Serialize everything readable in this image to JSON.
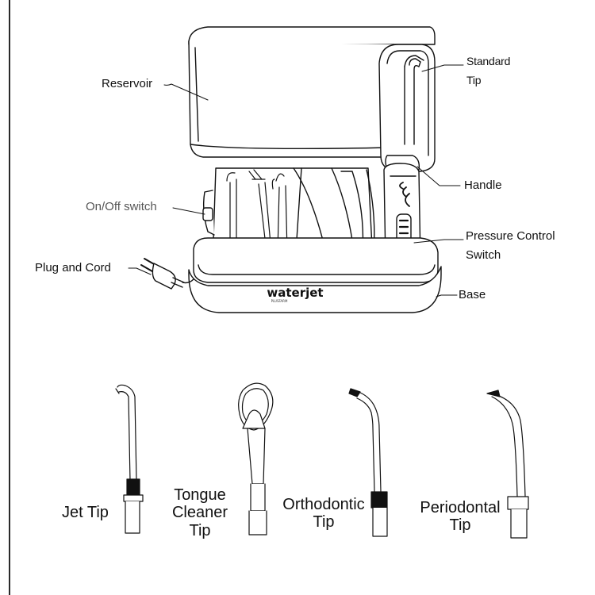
{
  "labels": {
    "reservoir": "Reservoir",
    "standard_tip_line1": "Standard",
    "standard_tip_line2": "Tip",
    "handle": "Handle",
    "on_off_switch": "On/Off switch",
    "pressure_control_line1": "Pressure Control",
    "pressure_control_line2": "Switch",
    "plug_and_cord": "Plug and Cord",
    "base": "Base"
  },
  "brand": {
    "wordmark": "waterjet",
    "sub": "PLUSFARM"
  },
  "tips": {
    "jet_tip": "Jet Tip",
    "tongue_cleaner_line1": "Tongue",
    "tongue_cleaner_line2": "Cleaner",
    "tongue_cleaner_line3": "Tip",
    "orthodontic_line1": "Orthodontic",
    "orthodontic_line2": "Tip",
    "periodontal_line1": "Periodontal",
    "periodontal_line2": "Tip"
  },
  "colors": {
    "line": "#111111",
    "border": "#2a2a2a"
  }
}
